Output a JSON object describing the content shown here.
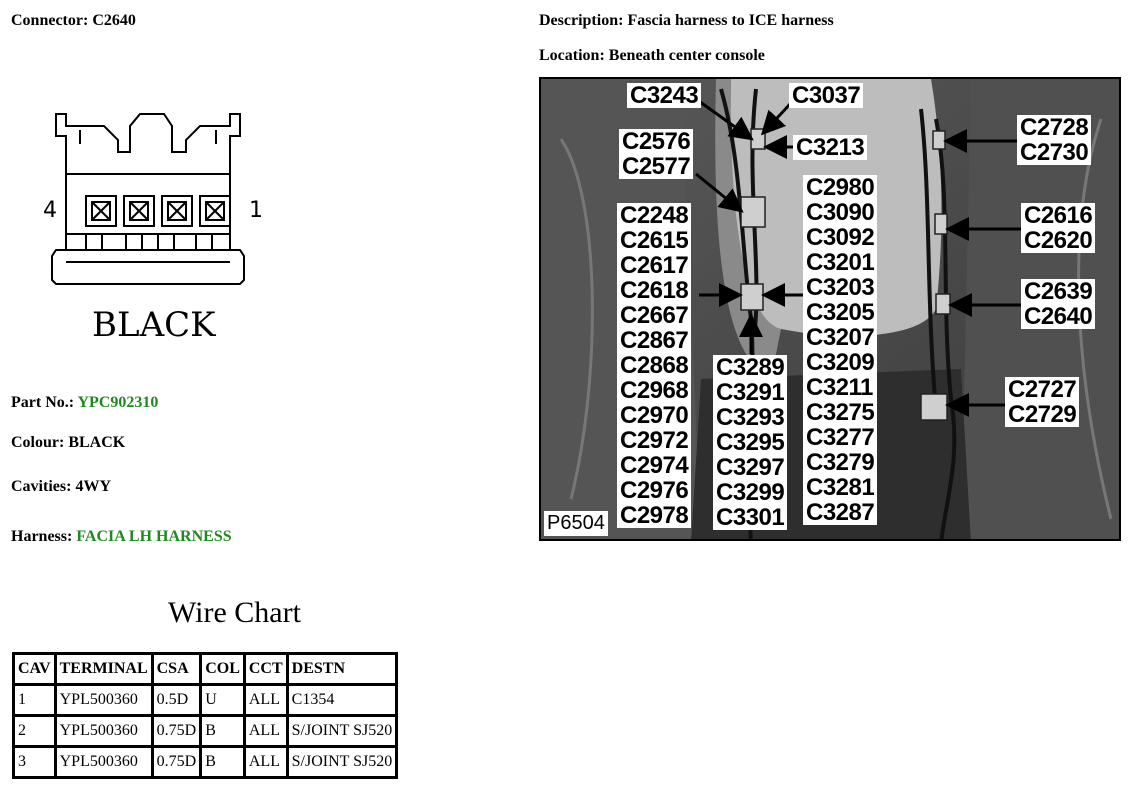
{
  "header": {
    "connector_label": "Connector:",
    "connector_value": "C2640",
    "description_label": "Description:",
    "description_value": "Fascia harness to ICE harness",
    "location_label": "Location:",
    "location_value": "Beneath center console"
  },
  "connector_diagram": {
    "pin_left": "4",
    "pin_right": "1",
    "colour_caption": "BLACK"
  },
  "details": {
    "part_label": "Part No.:",
    "part_value": "YPC902310",
    "colour_label": "Colour:",
    "colour_value": "BLACK",
    "cavities_label": "Cavities:",
    "cavities_value": "4WY",
    "harness_label": "Harness:",
    "harness_value": "FACIA LH HARNESS"
  },
  "wire_chart": {
    "title": "Wire Chart",
    "headers": [
      "CAV",
      "TERMINAL",
      "CSA",
      "COL",
      "CCT",
      "DESTN"
    ],
    "rows": [
      [
        "1",
        "YPL500360",
        "0.5D",
        "U",
        "ALL",
        "C1354"
      ],
      [
        "2",
        "YPL500360",
        "0.75D",
        "B",
        "ALL",
        "S/JOINT SJ520"
      ],
      [
        "3",
        "YPL500360",
        "0.75D",
        "B",
        "ALL",
        "S/JOINT SJ520"
      ]
    ]
  },
  "photo": {
    "id": "P6504",
    "callouts": {
      "c3243": "C3243",
      "c3037": "C3037",
      "c3213": "C3213",
      "c2576_c2577": "C2576\nC2577",
      "c2728_c2730": "C2728\nC2730",
      "c2616_c2620": "C2616\nC2620",
      "c2639_c2640": "C2639\nC2640",
      "c2727_c2729": "C2727\nC2729",
      "left_column": "C2248\nC2615\nC2617\nC2618\nC2667\nC2867\nC2868\nC2968\nC2970\nC2972\nC2974\nC2976\nC2978",
      "middle_column": "C3289\nC3291\nC3293\nC3295\nC3297\nC3299\nC3301",
      "right_column": "C2980\nC3090\nC3092\nC3201\nC3203\nC3205\nC3207\nC3209\nC3211\nC3275\nC3277\nC3279\nC3281\nC3287"
    }
  }
}
